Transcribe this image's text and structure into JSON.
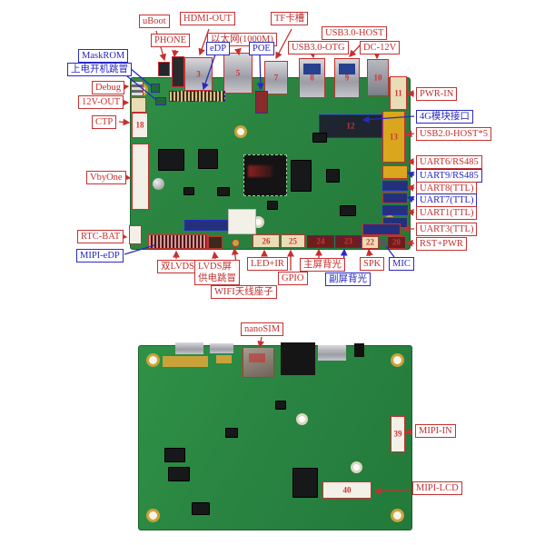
{
  "colors": {
    "label_red": "#c22f2f",
    "label_blue": "#2525c0",
    "pcb_green": "#2a8440",
    "background": "#ffffff"
  },
  "annotations": {
    "uboot": "uBoot",
    "hdmi_out": "HDMI-OUT",
    "tf_slot": "TF卡槽",
    "phone": "PHONE",
    "ethernet": "以太网(1000M)",
    "usb3_host": "USB3.0-HOST",
    "edp": "eDP",
    "poe": "POE",
    "usb3_otg": "USB3.0-OTG",
    "dc12v": "DC-12V",
    "maskrom": "MaskROM",
    "power_jumper": "上电开机跳冒",
    "debug": "Debug",
    "out12v": "12V-OUT",
    "ctp": "CTP",
    "vbyone": "VbyOne",
    "rtc_bat": "RTC-BAT",
    "mipi_edp": "MIPI-eDP",
    "pwr_in": "PWR-IN",
    "slot_4g": "4G模块接口",
    "usb2_host": "USB2.0-HOST*5",
    "uart6": "UART6/RS485",
    "uart9": "UART9/RS485",
    "uart8": "UART8(TTL)",
    "uart7": "UART7(TTL)",
    "uart1": "UART1(TTL)",
    "uart3": "UART3(TTL)",
    "rst_pwr": "RST+PWR",
    "spk": "SPK",
    "mic": "MIC",
    "led_ir": "LED+IR",
    "gpio": "GPIO",
    "backlight_main": "主屏背光",
    "backlight_sub": "副屏背光",
    "dual_lvds": "双LVDS",
    "lvds_jumper_l1": "LVDS屏",
    "lvds_jumper_l2": "供电跳冒",
    "wifi_ant": "WIFI天线座子",
    "nanosim": "nanoSIM",
    "mipi_in": "MIPI-IN",
    "mipi_lcd": "MIPI-LCD"
  },
  "nums": {
    "hdmi": "3",
    "eth": "5",
    "tf": "7",
    "otg": "8",
    "host": "9",
    "dc": "10",
    "pwrin": "11",
    "slot4g": "12",
    "usb2": "13",
    "ctp": "18",
    "rst": "20",
    "spk": "22",
    "blsub": "23",
    "blmain": "24",
    "gpio": "25",
    "ledir": "26",
    "mipi_in": "39",
    "mipi_lcd": "40"
  }
}
